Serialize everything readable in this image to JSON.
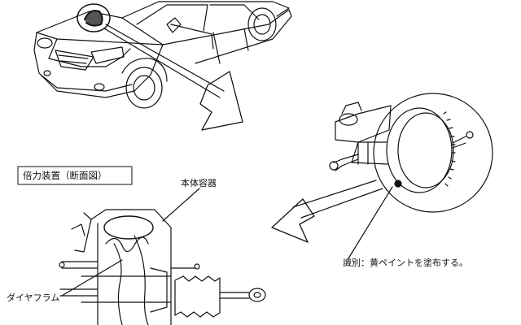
{
  "section_title": "倍力装置（断面図）",
  "labels": {
    "body_container": "本体容器",
    "identification": "識別：黄ペイントを塗布する。",
    "diaphragm": "ダイヤフラム"
  },
  "icons": {
    "car": "suv-line-drawing",
    "booster": "brake-booster-master-cylinder",
    "cross_section": "booster-cross-section",
    "arrows": "callout-arrow"
  }
}
